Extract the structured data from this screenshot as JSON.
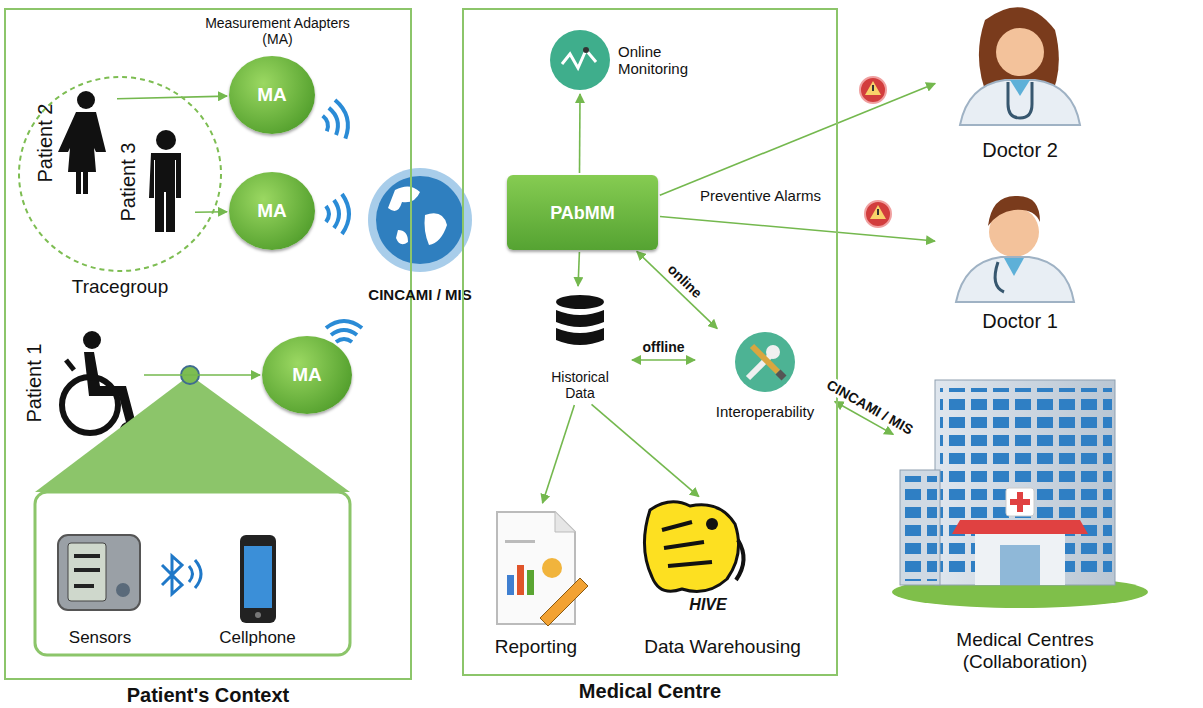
{
  "diagram": {
    "nodes": [
      {
        "text": [
          "Patient's Context"
        ]
      },
      {
        "text": [
          "Tracegroup"
        ],
        "in": 0
      },
      {
        "text": [
          "Patient 2"
        ],
        "in": 1
      },
      {
        "text": [
          "Patient 3"
        ],
        "in": 1
      },
      {
        "text": [
          "MA"
        ],
        "in": 0
      },
      {
        "text": [
          "MA"
        ],
        "in": 0
      },
      {
        "text": [
          "Patient 1"
        ],
        "in": 0
      },
      {
        "text": [
          "MA"
        ],
        "in": 0
      },
      {
        "text": [
          "Sensors"
        ],
        "in": 0
      },
      {
        "text": [
          "Cellphone"
        ],
        "in": 0
      },
      {
        "text": [
          "CINCAMI / MIS"
        ]
      },
      {
        "text": [
          "Medical Centre"
        ]
      },
      {
        "text": [
          "Online Monitoring"
        ],
        "in": 11
      },
      {
        "text": [
          "PAbMM"
        ],
        "in": 11
      },
      {
        "text": [
          "Historical Data"
        ],
        "in": 11
      },
      {
        "text": [
          "Interoperability"
        ],
        "in": 11
      },
      {
        "text": [
          "Reporting"
        ],
        "in": 11
      },
      {
        "text": [
          "Data Warehousing"
        ],
        "in": 11
      },
      {
        "text": [
          "Doctor 2"
        ]
      },
      {
        "text": [
          "Doctor 1"
        ]
      },
      {
        "text": [
          "Medical Centres (Collaboration)"
        ]
      }
    ],
    "edges": [
      {
        "from": 2,
        "to": 4,
        "arrow": "to"
      },
      {
        "from": 3,
        "to": 5,
        "arrow": "to"
      },
      {
        "from": 6,
        "to": 7,
        "arrow": "to"
      },
      {
        "from": 13,
        "to": 12,
        "arrow": "to"
      },
      {
        "from": 13,
        "to": 18,
        "arrow": "to"
      },
      {
        "from": 13,
        "to": 19,
        "arrow": "to"
      },
      {
        "from": 13,
        "to": 14,
        "arrow": "to"
      },
      {
        "from": 13,
        "to": 15,
        "label": "online",
        "arrow": "both"
      },
      {
        "from": 14,
        "to": 15,
        "label": "offline",
        "arrow": "both"
      },
      {
        "from": 14,
        "to": 16,
        "arrow": "to"
      },
      {
        "from": 14,
        "to": 17,
        "arrow": "to"
      },
      {
        "from": 15,
        "to": 20,
        "label": "CINCAMI / MIS",
        "arrow": "both"
      }
    ],
    "labels": [
      "Measurement Adapters (MA)",
      "Preventive Alarms",
      "HIVE"
    ]
  }
}
